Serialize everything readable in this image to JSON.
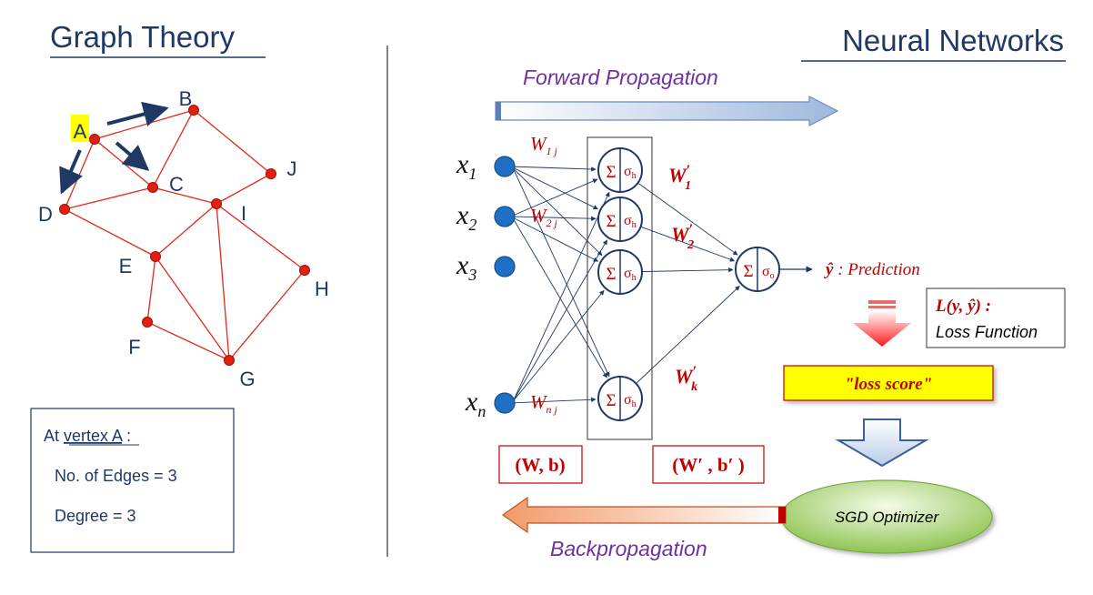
{
  "graph_theory": {
    "title": "Graph Theory",
    "highlight_vertex": "A",
    "vertices": [
      {
        "id": "A",
        "label": "A"
      },
      {
        "id": "B",
        "label": "B"
      },
      {
        "id": "C",
        "label": "C"
      },
      {
        "id": "D",
        "label": "D"
      },
      {
        "id": "E",
        "label": "E"
      },
      {
        "id": "F",
        "label": "F"
      },
      {
        "id": "G",
        "label": "G"
      },
      {
        "id": "H",
        "label": "H"
      },
      {
        "id": "I",
        "label": "I"
      },
      {
        "id": "J",
        "label": "J"
      }
    ],
    "edges": [
      [
        "A",
        "B"
      ],
      [
        "A",
        "C"
      ],
      [
        "A",
        "D"
      ],
      [
        "B",
        "C"
      ],
      [
        "B",
        "J"
      ],
      [
        "D",
        "C"
      ],
      [
        "D",
        "E"
      ],
      [
        "C",
        "I"
      ],
      [
        "I",
        "J"
      ],
      [
        "I",
        "E"
      ],
      [
        "I",
        "G"
      ],
      [
        "I",
        "H"
      ],
      [
        "E",
        "F"
      ],
      [
        "E",
        "G"
      ],
      [
        "F",
        "G"
      ],
      [
        "G",
        "H"
      ]
    ],
    "info_box": {
      "at_prefix": "At ",
      "at_vertex": "vertex A",
      "at_suffix": " :",
      "edges_line": "No. of Edges = 3",
      "degree_line": "Degree  =  3"
    }
  },
  "neural_networks": {
    "title": "Neural Networks",
    "forward_label": "Forward Propagation",
    "back_label": "Backpropagation",
    "inputs": [
      {
        "base": "x",
        "sub": "1"
      },
      {
        "base": "x",
        "sub": "2"
      },
      {
        "base": "x",
        "sub": "3"
      },
      {
        "base": "x",
        "sub": "n"
      }
    ],
    "input_weights": [
      {
        "base": "W",
        "sub": "1 j"
      },
      {
        "base": "W",
        "sub": "2 j"
      },
      {
        "base": "W",
        "sub": "n j"
      }
    ],
    "hidden_node": {
      "sum": "Σ",
      "act": "σ",
      "act_sub": "h"
    },
    "output_node": {
      "sum": "Σ",
      "act": "σ",
      "act_sub": "o"
    },
    "hidden_weights": [
      {
        "base": "W",
        "prime": "′",
        "sub": "1"
      },
      {
        "base": "W",
        "prime": "′",
        "sub": "2"
      },
      {
        "base": "W",
        "prime": "′",
        "sub": "k"
      }
    ],
    "prediction_symbol": "ŷ",
    "prediction_label": " : Prediction",
    "params_hidden": "(W, b)",
    "params_output": "(W′ , b′ )",
    "loss_function_formula": "L(y, ŷ) :",
    "loss_function_label": "Loss Function",
    "loss_score": "\"loss score\"",
    "optimizer": "SGD Optimizer"
  },
  "colors": {
    "edge_red": "#e02a1a",
    "vertex_red": "#e3200f",
    "title_navy": "#1f3864",
    "node_blue": "#1f6fc5",
    "purple": "#7030a0",
    "weight_red": "#c00000",
    "highlight_yellow": "#ffff00",
    "optimizer_green": "#9bcb5a"
  }
}
